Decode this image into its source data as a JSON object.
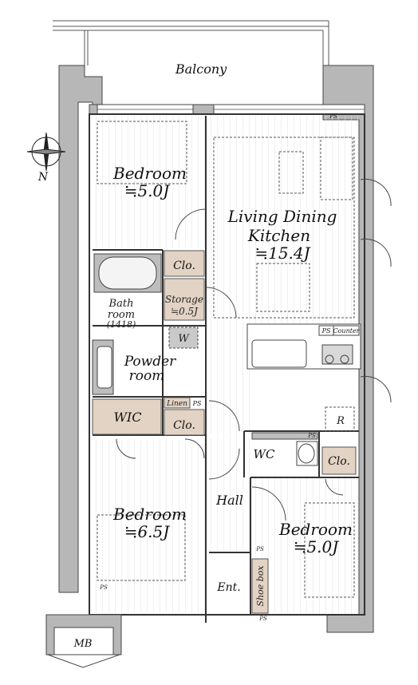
{
  "plan": {
    "balcony": "Balcony",
    "compass": {
      "north": "N"
    },
    "bedroom_nw": {
      "name": "Bedroom",
      "size": "≒5.0J"
    },
    "ldk": {
      "name_line1": "Living Dining",
      "name_line2": "Kitchen",
      "size": "≒15.4J"
    },
    "closet_upper": "Clo.",
    "storage": {
      "name": "Storage",
      "size": "≒0.5J"
    },
    "bath": {
      "line1": "Bath",
      "line2": "room",
      "line3": "(1418)"
    },
    "washer": "W",
    "powder": {
      "line1": "Powder",
      "line2": "room"
    },
    "linen": "Linen",
    "ps": "PS",
    "counter": "Counter",
    "wic": "WIC",
    "closet_mid": "Clo.",
    "refrigerator": "R",
    "wc": "WC",
    "closet_wc": "Clo.",
    "hall": "Hall",
    "bedroom_sw": {
      "name": "Bedroom",
      "size": "≒6.5J"
    },
    "bedroom_se": {
      "name": "Bedroom",
      "size": "≒5.0J"
    },
    "entrance": "Ent.",
    "shoe_box": "Shoe box",
    "mb": "MB"
  },
  "colors": {
    "wall": "#b7b7b7",
    "storage_fill": "#e3d3c4",
    "floor_line": "#dedede",
    "line": "#333333"
  }
}
